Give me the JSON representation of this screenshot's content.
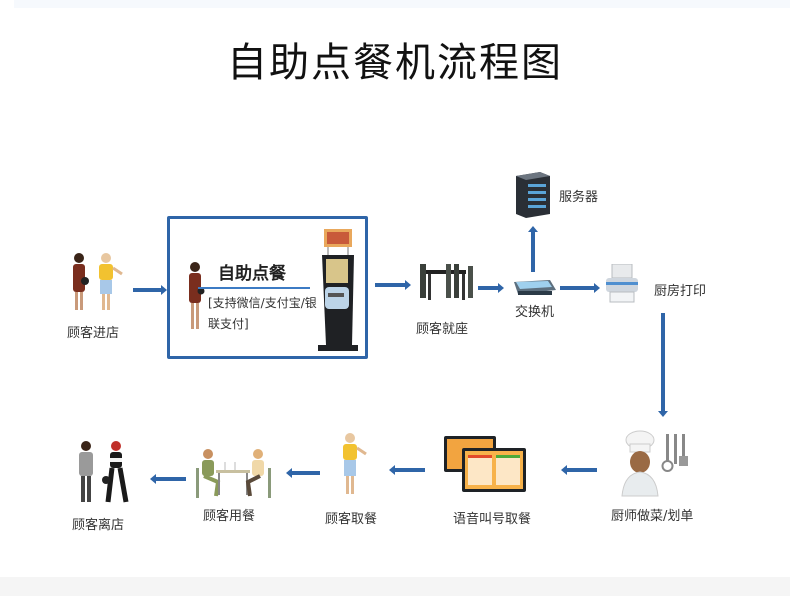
{
  "title": "自助点餐机流程图",
  "colors": {
    "arrow": "#2f65a8",
    "box_border": "#2f65a8",
    "accent_line": "#3c7bc4"
  },
  "self_order_box": {
    "title": "自助点餐",
    "subtitle": "[支持微信/支付宝/银联支付]"
  },
  "nodes": {
    "enter": {
      "label": "顾客进店",
      "icon": "customers-icon"
    },
    "seat": {
      "label": "顾客就座",
      "icon": "dining-table-icon"
    },
    "switch": {
      "label": "交换机",
      "icon": "network-switch-icon"
    },
    "server": {
      "label": "服务器",
      "icon": "server-icon"
    },
    "printer": {
      "label": "厨房打印",
      "icon": "printer-icon"
    },
    "chef": {
      "label": "厨师做菜/划单",
      "icon": "chef-icon"
    },
    "call": {
      "label": "语音叫号取餐",
      "icon": "call-screen-icon"
    },
    "pickup": {
      "label": "顾客取餐",
      "icon": "customer-icon"
    },
    "dine": {
      "label": "顾客用餐",
      "icon": "dining-couple-icon"
    },
    "leave": {
      "label": "顾客离店",
      "icon": "customers-leaving-icon"
    }
  },
  "flow": [
    "顾客进店",
    "自助点餐",
    "顾客就座",
    "交换机",
    "服务器",
    "厨房打印",
    "厨师做菜/划单",
    "语音叫号取餐",
    "顾客取餐",
    "顾客用餐",
    "顾客离店"
  ]
}
